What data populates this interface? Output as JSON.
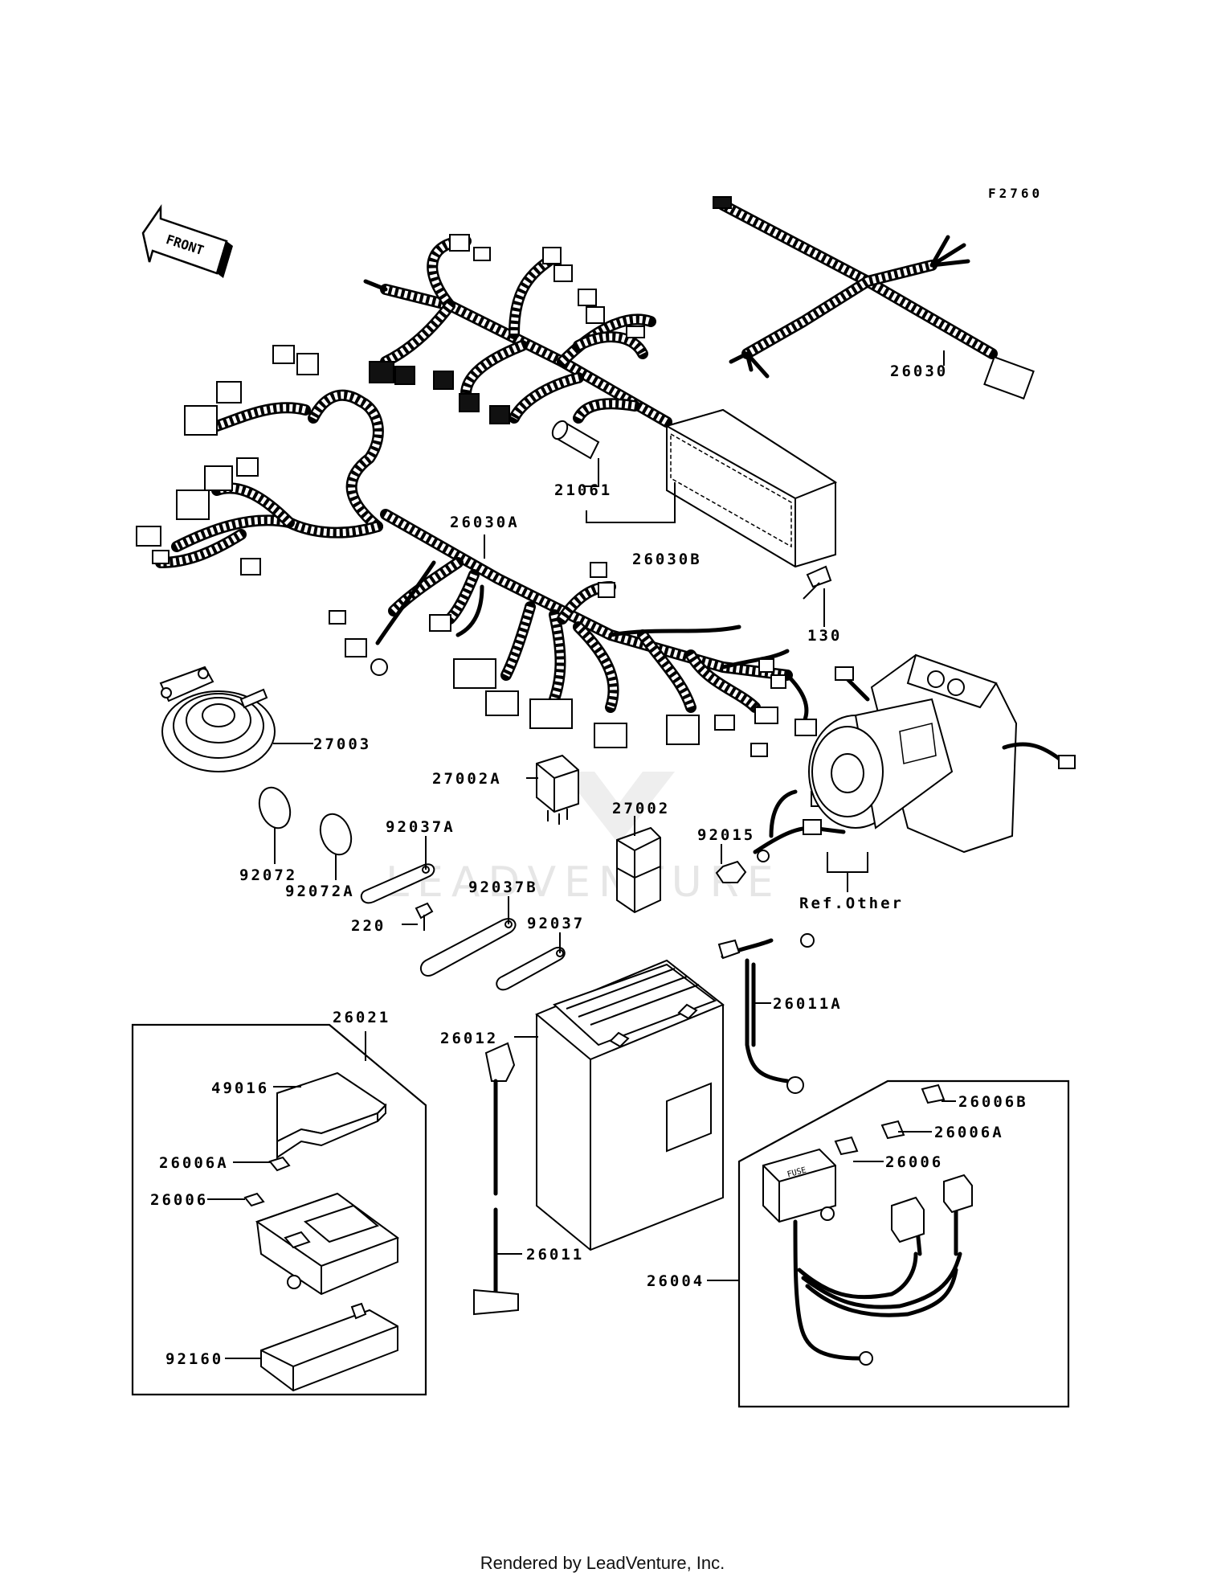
{
  "figure_id": "F2760",
  "front_label": "FRONT",
  "watermark": "LEADVENTURE",
  "footer": "Rendered by LeadVenture, Inc.",
  "part_labels": {
    "p26030": "26030",
    "p21061": "21061",
    "p26030A": "26030A",
    "p26030B": "26030B",
    "p130": "130",
    "p27003": "27003",
    "p27002A": "27002A",
    "p27002": "27002",
    "p92015": "92015",
    "p92037A": "92037A",
    "p92037B": "92037B",
    "p92037": "92037",
    "p92072": "92072",
    "p92072A": "92072A",
    "p220": "220",
    "pRefOther": "Ref.Other",
    "p26021": "26021",
    "p26012": "26012",
    "p26011A": "26011A",
    "p49016": "49016",
    "p26006A_left": "26006A",
    "p26006_left": "26006",
    "p92160": "92160",
    "p26011": "26011",
    "p26006B": "26006B",
    "p26006A_right": "26006A",
    "p26006_right": "26006",
    "p26004": "26004"
  }
}
